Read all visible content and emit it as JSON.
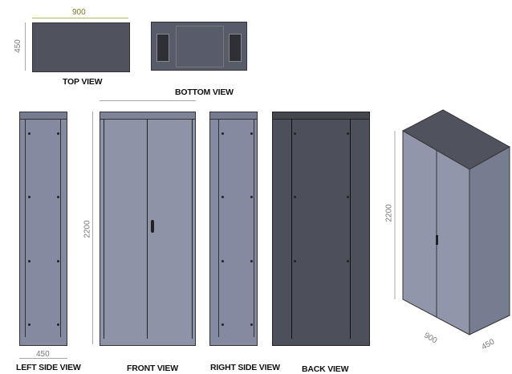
{
  "views": {
    "top": {
      "label": "TOP VIEW",
      "width_dim": "900",
      "depth_dim": "450"
    },
    "bottom": {
      "label": "BOTTOM VIEW"
    },
    "left_side": {
      "label": "LEFT SIDE VIEW",
      "depth_dim": "450"
    },
    "front": {
      "label": "FRONT VIEW",
      "height_dim": "2200"
    },
    "right_side": {
      "label": "RIGHT SIDE VIEW"
    },
    "back": {
      "label": "BACK VIEW"
    },
    "iso": {
      "height_dim": "2200",
      "width_dim": "900",
      "depth_dim": "450"
    }
  },
  "colors": {
    "panel_light": "#8f93a8",
    "panel_dark": "#4d4f5a",
    "top_surface": "#50525e",
    "dimension_accent": "#8a8a2a"
  }
}
